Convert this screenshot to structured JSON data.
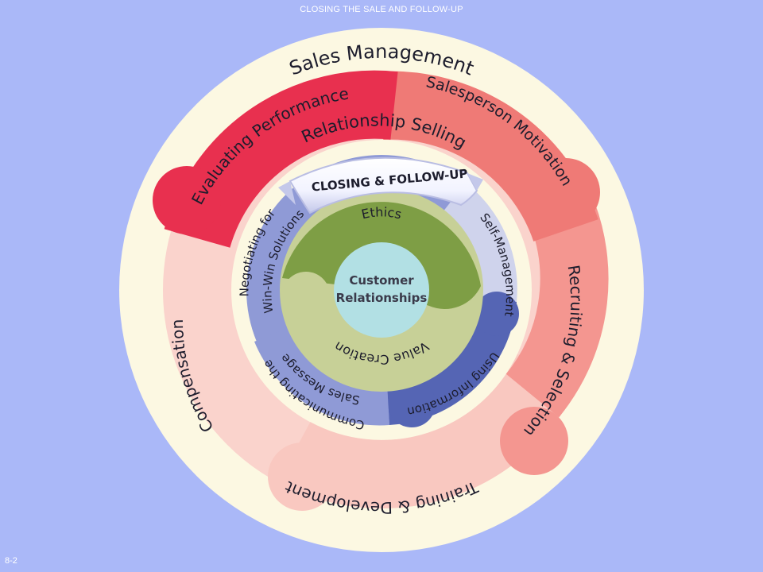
{
  "slide": {
    "title": "CLOSING THE SALE AND FOLLOW-UP",
    "number": "8-2"
  },
  "wheel": {
    "outer_ring_label": "Sales Management",
    "management_segments": [
      "Evaluating Performance",
      "Salesperson Motivation",
      "Recruiting & Selection",
      "Training & Development",
      "Compensation"
    ],
    "middle_ring_label": "Relationship Selling",
    "banner_label": "CLOSING & FOLLOW-UP",
    "selling_segments": {
      "negotiating_line1": "Negotiating for",
      "negotiating_line2": "Win-Win Solutions",
      "self_management": "Self-Management",
      "using_information": "Using Information",
      "communicating_line1": "Communicating the",
      "communicating_line2": "Sales Message"
    },
    "core_segments": {
      "ethics": "Ethics",
      "value_creation": "Value Creation"
    },
    "center_line1": "Customer",
    "center_line2": "Relationships"
  },
  "colors": {
    "background": "#aab8f8",
    "cream": "#fcf8e2",
    "evaluating": "#e8304f",
    "motivation": "#ef7a76",
    "recruiting": "#f49690",
    "training": "#f9c8c0",
    "compensation": "#fad3cc",
    "lavender": "#8f9ad6",
    "self_mgmt": "#cfd3ec",
    "using_info": "#5565b4",
    "ethics": "#7e9e45",
    "value_creation": "#c7d097",
    "center": "#b2e0e4"
  }
}
